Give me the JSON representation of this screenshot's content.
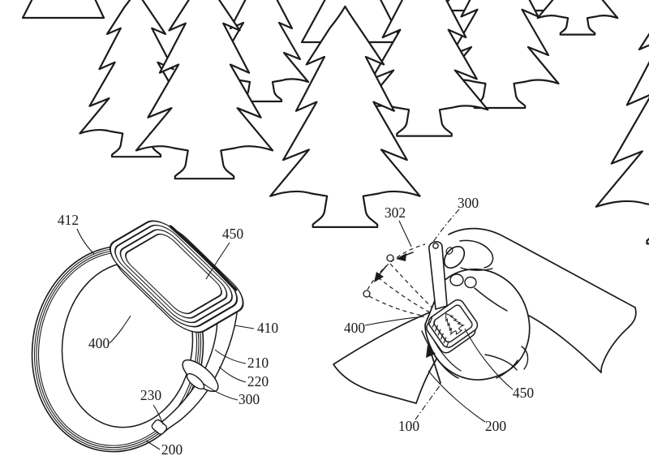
{
  "colors": {
    "ink": "#1b1b1b",
    "paper": "#ffffff"
  },
  "left": {
    "l412": "412",
    "l450": "450",
    "l400": "400",
    "l410": "410",
    "l210": "210",
    "l220": "220",
    "l300": "300",
    "l230": "230",
    "l200": "200"
  },
  "right": {
    "l302": "302",
    "l300": "300",
    "l400": "400",
    "l450": "450",
    "l100": "100",
    "l200": "200"
  }
}
